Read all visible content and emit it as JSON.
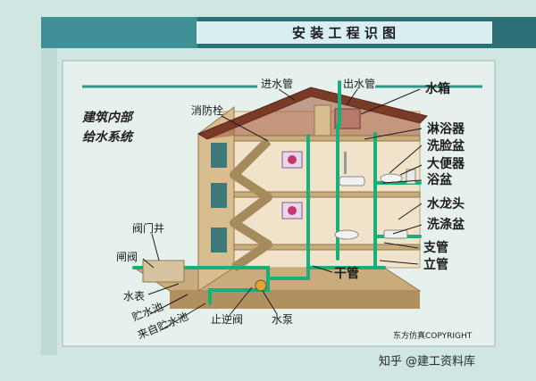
{
  "header": {
    "title": "安 装 工 程 识 图"
  },
  "diagram": {
    "system_title": [
      "建筑内部",
      "给水系统"
    ],
    "labels": {
      "inlet_pipe": "进水管",
      "outlet_pipe": "出水管",
      "water_tank": "水箱",
      "fire_hydrant": "消防栓",
      "shower": "淋浴器",
      "washbasin": "洗脸盆",
      "toilet": "大便器",
      "bathtub": "浴盆",
      "faucet": "水龙头",
      "laundry_basin": "洗涤盆",
      "branch_pipe": "支管",
      "riser_pipe": "立管",
      "main_pipe": "干管",
      "valve_well": "阀门井",
      "gate_valve": "闸阀",
      "water_meter": "水表",
      "storage_tank": "贮水池",
      "from_storage_tank": "来自贮水池",
      "check_valve": "止逆阀",
      "water_pump": "水泵"
    },
    "copyright": "东方仿真COPYRIGHT"
  },
  "watermark": "知乎 @建工资料库",
  "colors": {
    "header_band": "#2d6f77",
    "pipe": "#17b07a",
    "wall": "#c9ab7c",
    "roof": "#7a3a28",
    "panel": "#e6f1ee"
  }
}
